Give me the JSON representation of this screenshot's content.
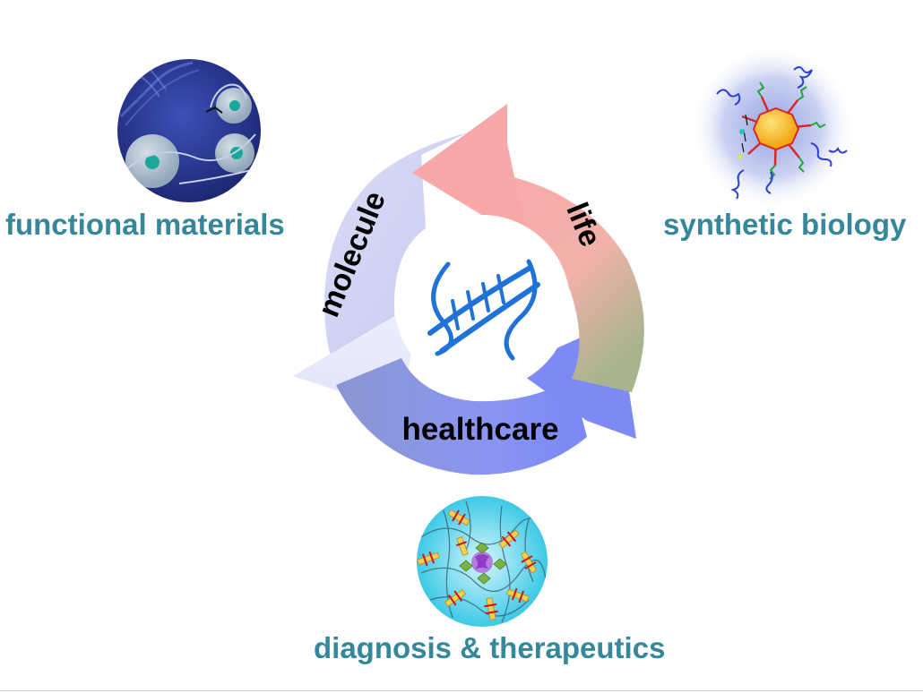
{
  "cycle": {
    "labels": {
      "molecule": "molecule",
      "life": "life",
      "healthcare": "healthcare"
    },
    "center_icon": "dna-icon"
  },
  "panels": {
    "functional_materials": {
      "caption": "functional materials",
      "icon": "functional-materials-image"
    },
    "synthetic_biology": {
      "caption": "synthetic biology",
      "icon": "synthetic-biology-image"
    },
    "diagnosis_therapeutics": {
      "caption": "diagnosis & therapeutics",
      "icon": "diagnosis-therapeutics-image"
    }
  },
  "colors": {
    "caption": "#35879b",
    "arrow_molecule": "#e4e6fa",
    "arrow_life": "#f7adad",
    "arrow_healthcare": "#8390f2",
    "dna": "#1f72d8"
  }
}
